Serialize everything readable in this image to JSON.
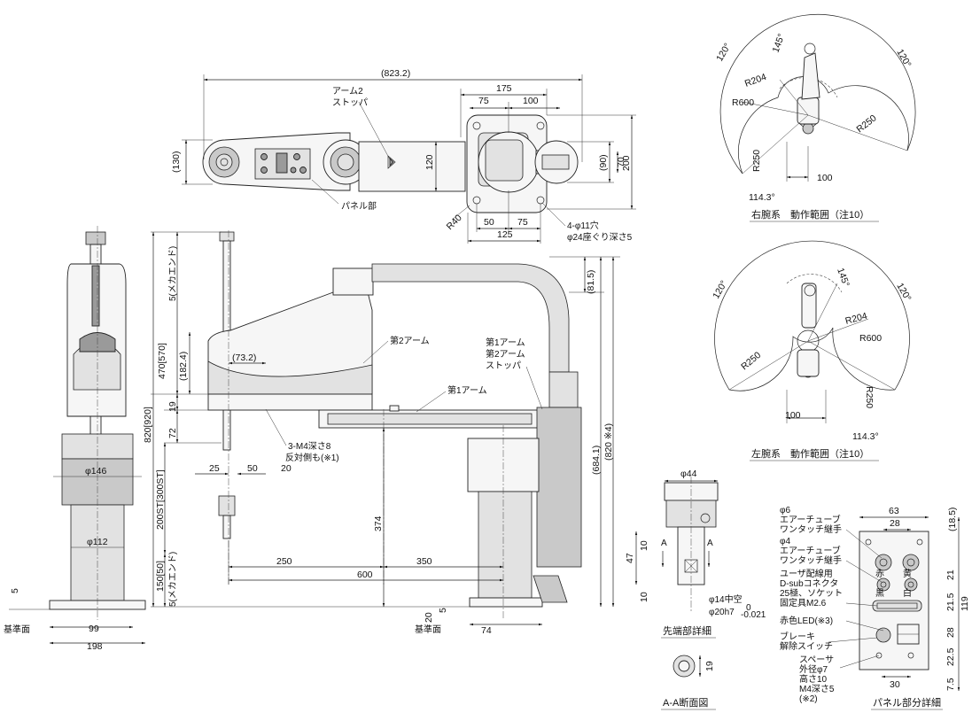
{
  "top_view": {
    "dims": {
      "overall": "(823.2)",
      "d175": "175",
      "d75a": "75",
      "d100": "100",
      "d130": "(130)",
      "d120": "120",
      "d90": "(90)",
      "d70": "70",
      "d200": "200",
      "r40": "R40",
      "d50": "50",
      "d75b": "75",
      "d125": "125"
    },
    "labels": {
      "arm2_stopper_1": "アーム2",
      "arm2_stopper_2": "ストッパ",
      "panel": "パネル部",
      "holes_1": "4-φ11穴",
      "holes_2": "φ24座ぐり深さ5"
    }
  },
  "side_view": {
    "dims": {
      "mech5a": "5(メカエンド)",
      "d470": "470[570]",
      "d182": "(182.4)",
      "d732": "(73.2)",
      "d19": "19",
      "d72": "72",
      "d820": "820[920]",
      "d200st": "200ST[300ST]",
      "d150": "150[50]",
      "mech5b": "5(メカエンド)",
      "d25": "25",
      "d50": "50",
      "d20a": "20",
      "d815": "(81.5)",
      "d6841": "(684.1)",
      "d820b": "(820 ※4)",
      "d374": "374",
      "d250": "250",
      "d350": "350",
      "d600": "600",
      "d20b": "20",
      "d5": "5",
      "d74": "74"
    },
    "labels": {
      "arm2": "第2アーム",
      "arm1": "第1アーム",
      "stopper_1": "第1アーム",
      "stopper_2": "第2アーム",
      "stopper_3": "ストッパ",
      "m4_1": "3-M4深さ8",
      "m4_2": "反対側も(※1)",
      "base_ref": "基準面"
    }
  },
  "front_view": {
    "dims": {
      "d146": "φ146",
      "d112": "φ112",
      "d5": "5",
      "d99": "99",
      "d198": "198"
    },
    "labels": {
      "base_ref": "基準面"
    }
  },
  "tip_detail": {
    "dims": {
      "d44": "φ44",
      "d47": "47",
      "d10a": "10",
      "d10b": "10",
      "hollow": "φ14中空",
      "shaft": "φ20h7",
      "tol_top": "0",
      "tol_bot": "-0.021",
      "d19": "19"
    },
    "labels": {
      "a_left": "A",
      "a_right": "A",
      "caption": "先端部詳細",
      "section_caption": "A-A断面図"
    }
  },
  "panel_detail": {
    "dims": {
      "d63": "63",
      "d28a": "28",
      "d185": "(18.5)",
      "d21": "21",
      "d215": "21.5",
      "d119": "119",
      "d28b": "28",
      "d225": "22.5",
      "d75": "7.5",
      "d30": "30"
    },
    "labels": {
      "tube6_1": "φ6",
      "tube6_2": "エアーチューブ",
      "tube6_3": "ワンタッチ継手",
      "tube4_1": "φ4",
      "tube4_2": "エアーチューブ",
      "tube4_3": "ワンタッチ継手",
      "dsub_1": "ユーザ配線用",
      "dsub_2": "D-subコネクタ",
      "dsub_3": "25極、ソケット",
      "dsub_4": "固定具M2.6",
      "led": "赤色LED(※3)",
      "brake_1": "ブレーキ",
      "brake_2": "解除スイッチ",
      "spacer_1": "スペーサ",
      "spacer_2": "外径φ7",
      "spacer_3": "高さ10",
      "spacer_4": "M4深さ5",
      "spacer_5": "(※2)",
      "red": "赤",
      "black": "黒",
      "yellow": "黄",
      "white": "白",
      "caption": "パネル部分詳細"
    }
  },
  "right_arm_range": {
    "dims": {
      "a120l": "120°",
      "a120r": "120°",
      "a145": "145°",
      "r204": "R204",
      "r600": "R600",
      "r250a": "R250",
      "r250b": "R250",
      "d100": "100",
      "a1143": "114.3°"
    },
    "caption": "右腕系　動作範囲（注10）"
  },
  "left_arm_range": {
    "dims": {
      "a120l": "120°",
      "a120r": "120°",
      "a145": "145°",
      "r204": "R204",
      "r600": "R600",
      "r250a": "R250",
      "r250b": "R250",
      "d100": "100",
      "a1143": "114.3°"
    },
    "caption": "左腕系　動作範囲（注10）"
  }
}
